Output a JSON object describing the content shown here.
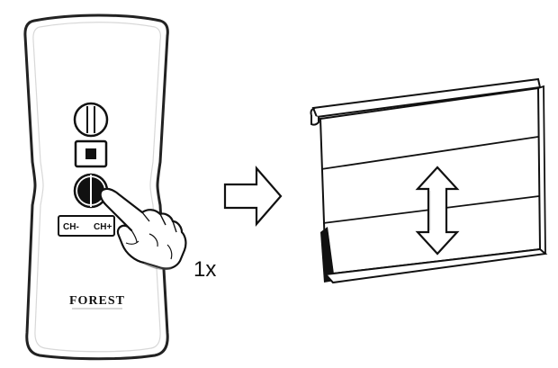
{
  "remote": {
    "brand": "FOREST",
    "channel_down_label": "CH-",
    "channel_up_label": "CH+"
  },
  "instruction": {
    "press_count": "1x"
  },
  "icons": {
    "open_button": "open-circle-icon",
    "stop_button": "stop-square-icon",
    "close_button": "filled-circle-icon",
    "hand": "pointing-hand-icon",
    "arrow": "right-arrow-icon",
    "movement": "up-down-arrow-icon"
  }
}
